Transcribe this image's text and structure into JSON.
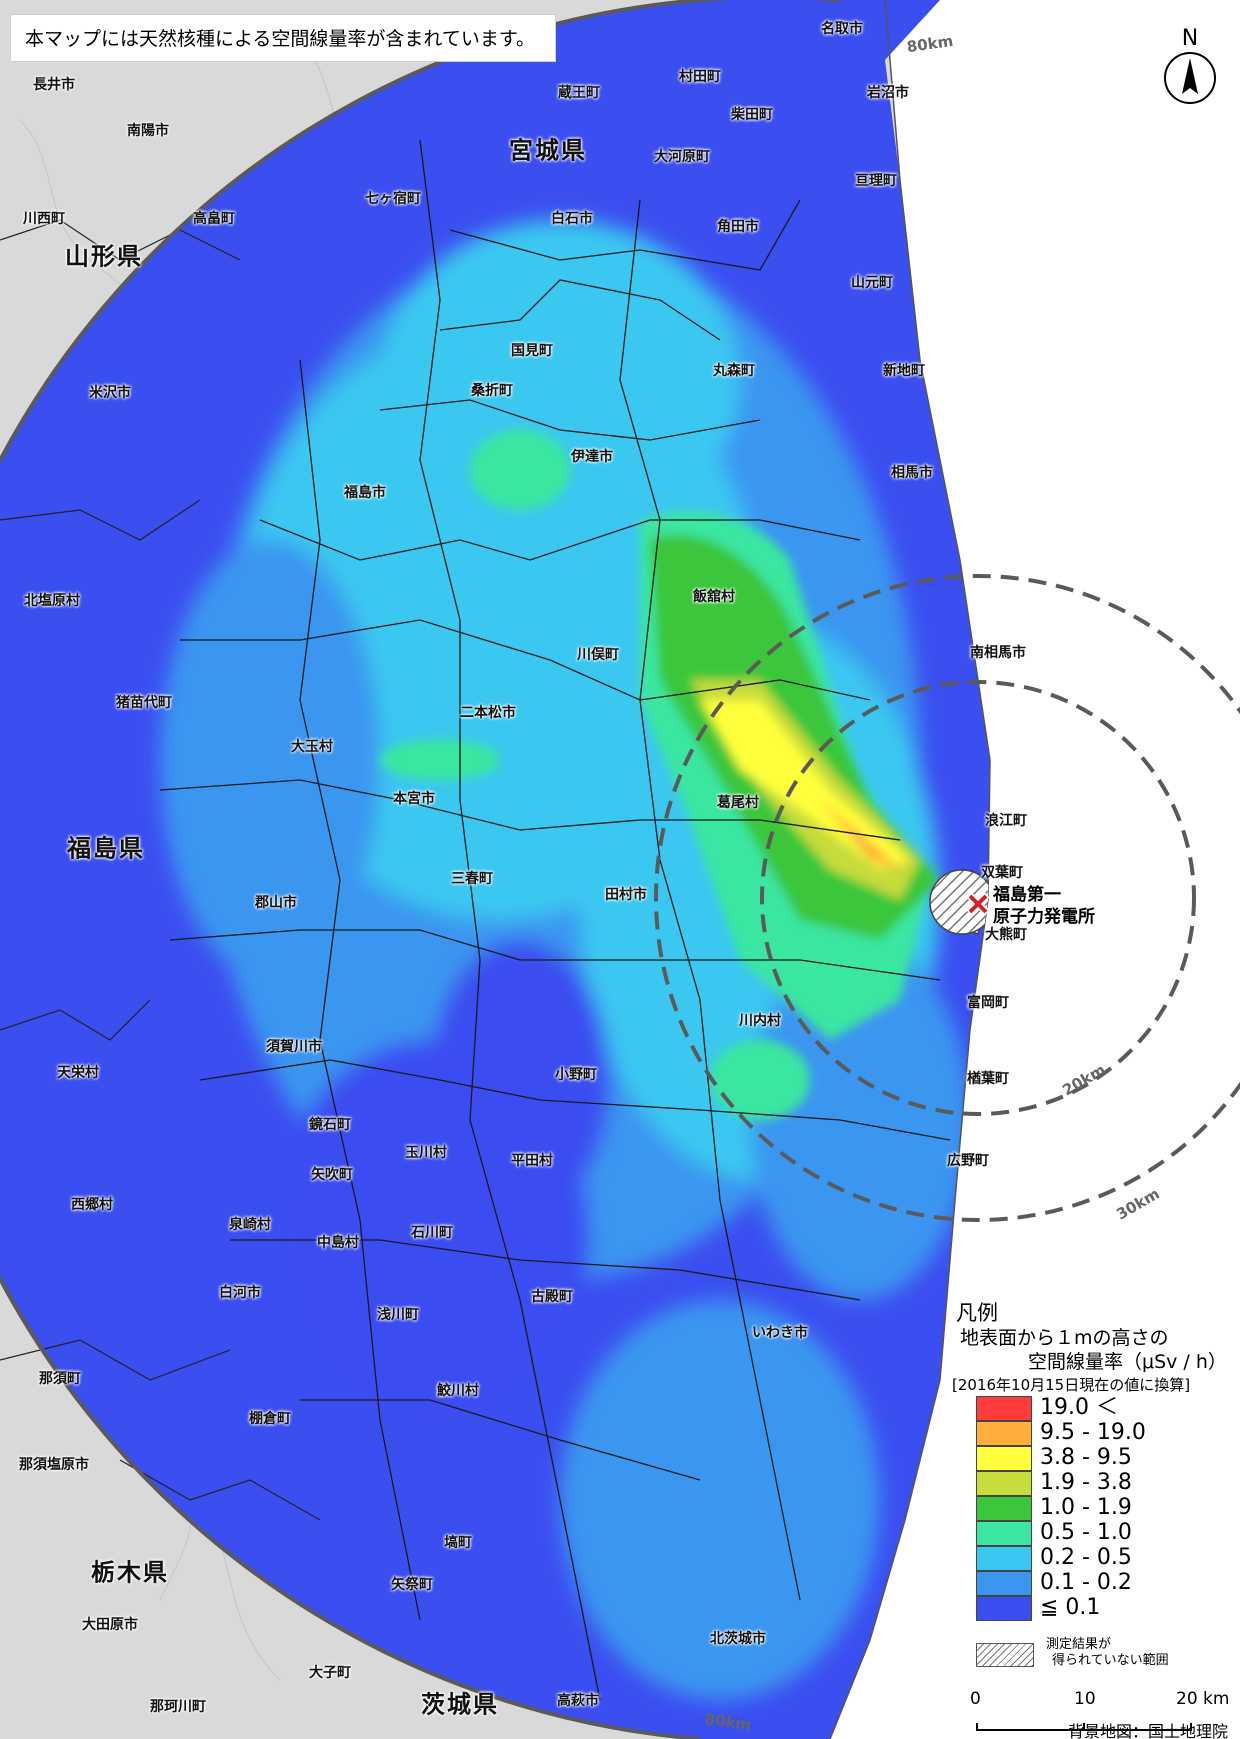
{
  "notice": "本マップには天然核種による空間線量率が含まれています。",
  "north_label": "N",
  "plant_label": [
    "福島第一",
    "原子力発電所"
  ],
  "ring_labels": {
    "r80": "80km",
    "r20": "20km",
    "r30": "30km"
  },
  "prefectures": [
    "宮城県",
    "山形県",
    "福島県",
    "栃木県",
    "茨城県"
  ],
  "places": [
    "名取市",
    "長井市",
    "村田町",
    "蔵王町",
    "岩沼市",
    "柴田町",
    "南陽市",
    "大河原町",
    "亘理町",
    "七ヶ宿町",
    "川西町",
    "高畠町",
    "白石市",
    "角田市",
    "山元町",
    "国見町",
    "丸森町",
    "桑折町",
    "米沢市",
    "新地町",
    "伊達市",
    "相馬市",
    "福島市",
    "北塩原村",
    "飯舘村",
    "南相馬市",
    "猪苗代町",
    "川俣町",
    "二本松市",
    "大玉村",
    "本宮市",
    "葛尾村",
    "浪江町",
    "双葉町",
    "大熊町",
    "三春町",
    "郡山市",
    "田村市",
    "富岡町",
    "川内村",
    "須賀川市",
    "小野町",
    "楢葉町",
    "天栄村",
    "鏡石町",
    "玉川村",
    "平田村",
    "広野町",
    "矢吹町",
    "西郷村",
    "泉崎村",
    "中島村",
    "石川町",
    "白河市",
    "浅川町",
    "古殿町",
    "いわき市",
    "那須町",
    "鮫川村",
    "棚倉町",
    "那須塩原市",
    "塙町",
    "大田原市",
    "矢祭町",
    "北茨城市",
    "大子町",
    "那珂川町",
    "高萩市"
  ],
  "legend": {
    "title": "凡例",
    "subtitle_line1": "地表面から１mの高さの",
    "subtitle_line2": "空間線量率（μSv / h）",
    "date_note": "[2016年10月15日現在の値に換算]",
    "classes": [
      {
        "label": "19.0 ＜",
        "color": "#ff3b3b"
      },
      {
        "label": "9.5 - 19.0",
        "color": "#ffae3b"
      },
      {
        "label": "3.8 - 9.5",
        "color": "#ffff3b"
      },
      {
        "label": "1.9 - 3.8",
        "color": "#c6dc3b"
      },
      {
        "label": "1.0 - 1.9",
        "color": "#3bc63b"
      },
      {
        "label": "0.5 - 1.0",
        "color": "#3be6a0"
      },
      {
        "label": "0.2 - 0.5",
        "color": "#3bc8f0"
      },
      {
        "label": "0.1 - 0.2",
        "color": "#3b96f0"
      },
      {
        "label": "≦ 0.1",
        "color": "#3b4ef0"
      }
    ],
    "no_data_label": [
      "測定結果が",
      "得られていない範囲"
    ],
    "scale": {
      "ticks": [
        "0",
        "10",
        "20 km"
      ]
    }
  },
  "credit": "背景地図：国土地理院"
}
